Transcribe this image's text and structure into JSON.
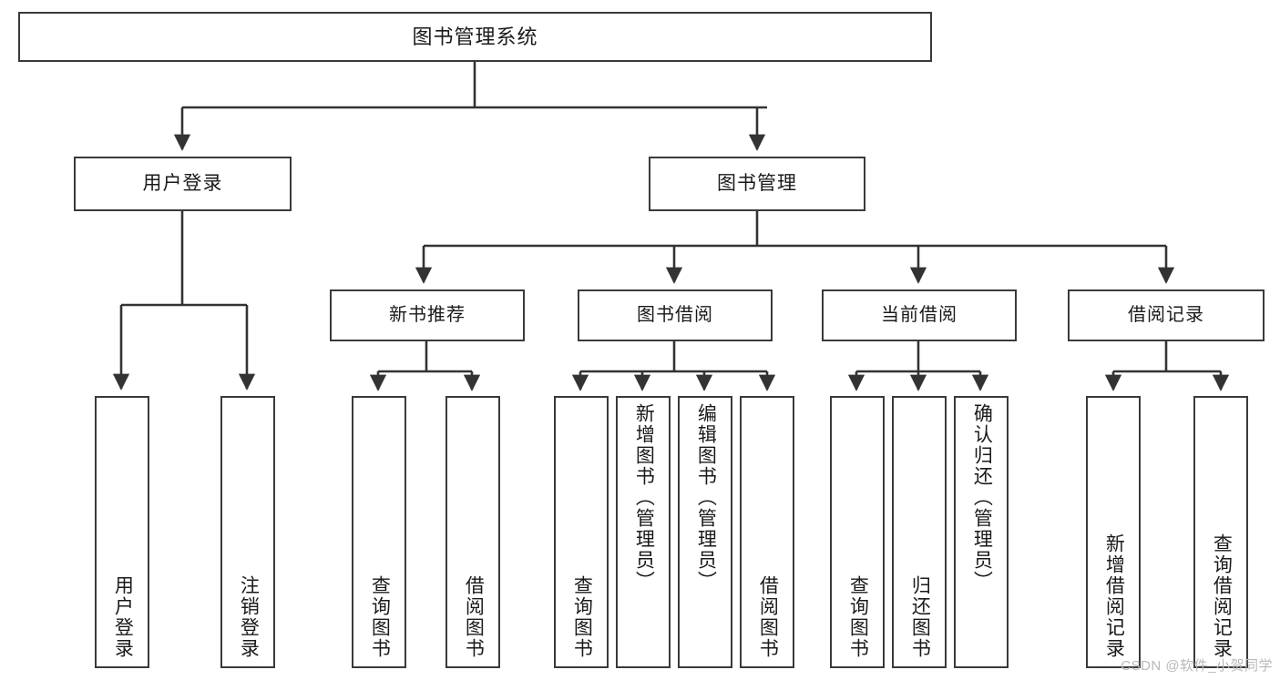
{
  "diagram": {
    "title": "图书管理系统",
    "type": "hierarchy-tree",
    "colors": {
      "background": "#ffffff",
      "box_border": "#3a3a3a",
      "box_fill": "#ffffff",
      "connector": "#333333",
      "text": "#1a1a1a",
      "watermark": "#b9b9b9"
    },
    "root": {
      "label": "图书管理系统"
    },
    "level1": [
      {
        "label": "用户登录"
      },
      {
        "label": "图书管理"
      }
    ],
    "level2": [
      {
        "label": "新书推荐"
      },
      {
        "label": "图书借阅"
      },
      {
        "label": "当前借阅"
      },
      {
        "label": "借阅记录"
      }
    ],
    "leaves": {
      "user_login": [
        {
          "label": "用户登录"
        },
        {
          "label": "注销登录"
        }
      ],
      "new_book_recommend": [
        {
          "label": "查询图书"
        },
        {
          "label": "借阅图书"
        }
      ],
      "book_borrow": [
        {
          "label": "查询图书"
        },
        {
          "label": "新增图书（管理员）"
        },
        {
          "label": "编辑图书（管理员）"
        },
        {
          "label": "借阅图书"
        }
      ],
      "current_borrow": [
        {
          "label": "查询图书"
        },
        {
          "label": "归还图书"
        },
        {
          "label": "确认归还（管理员）"
        }
      ],
      "borrow_record": [
        {
          "label": "新增借阅记录"
        },
        {
          "label": "查询借阅记录"
        }
      ]
    }
  },
  "watermark": {
    "text": "CSDN @软件_小贺同学"
  }
}
